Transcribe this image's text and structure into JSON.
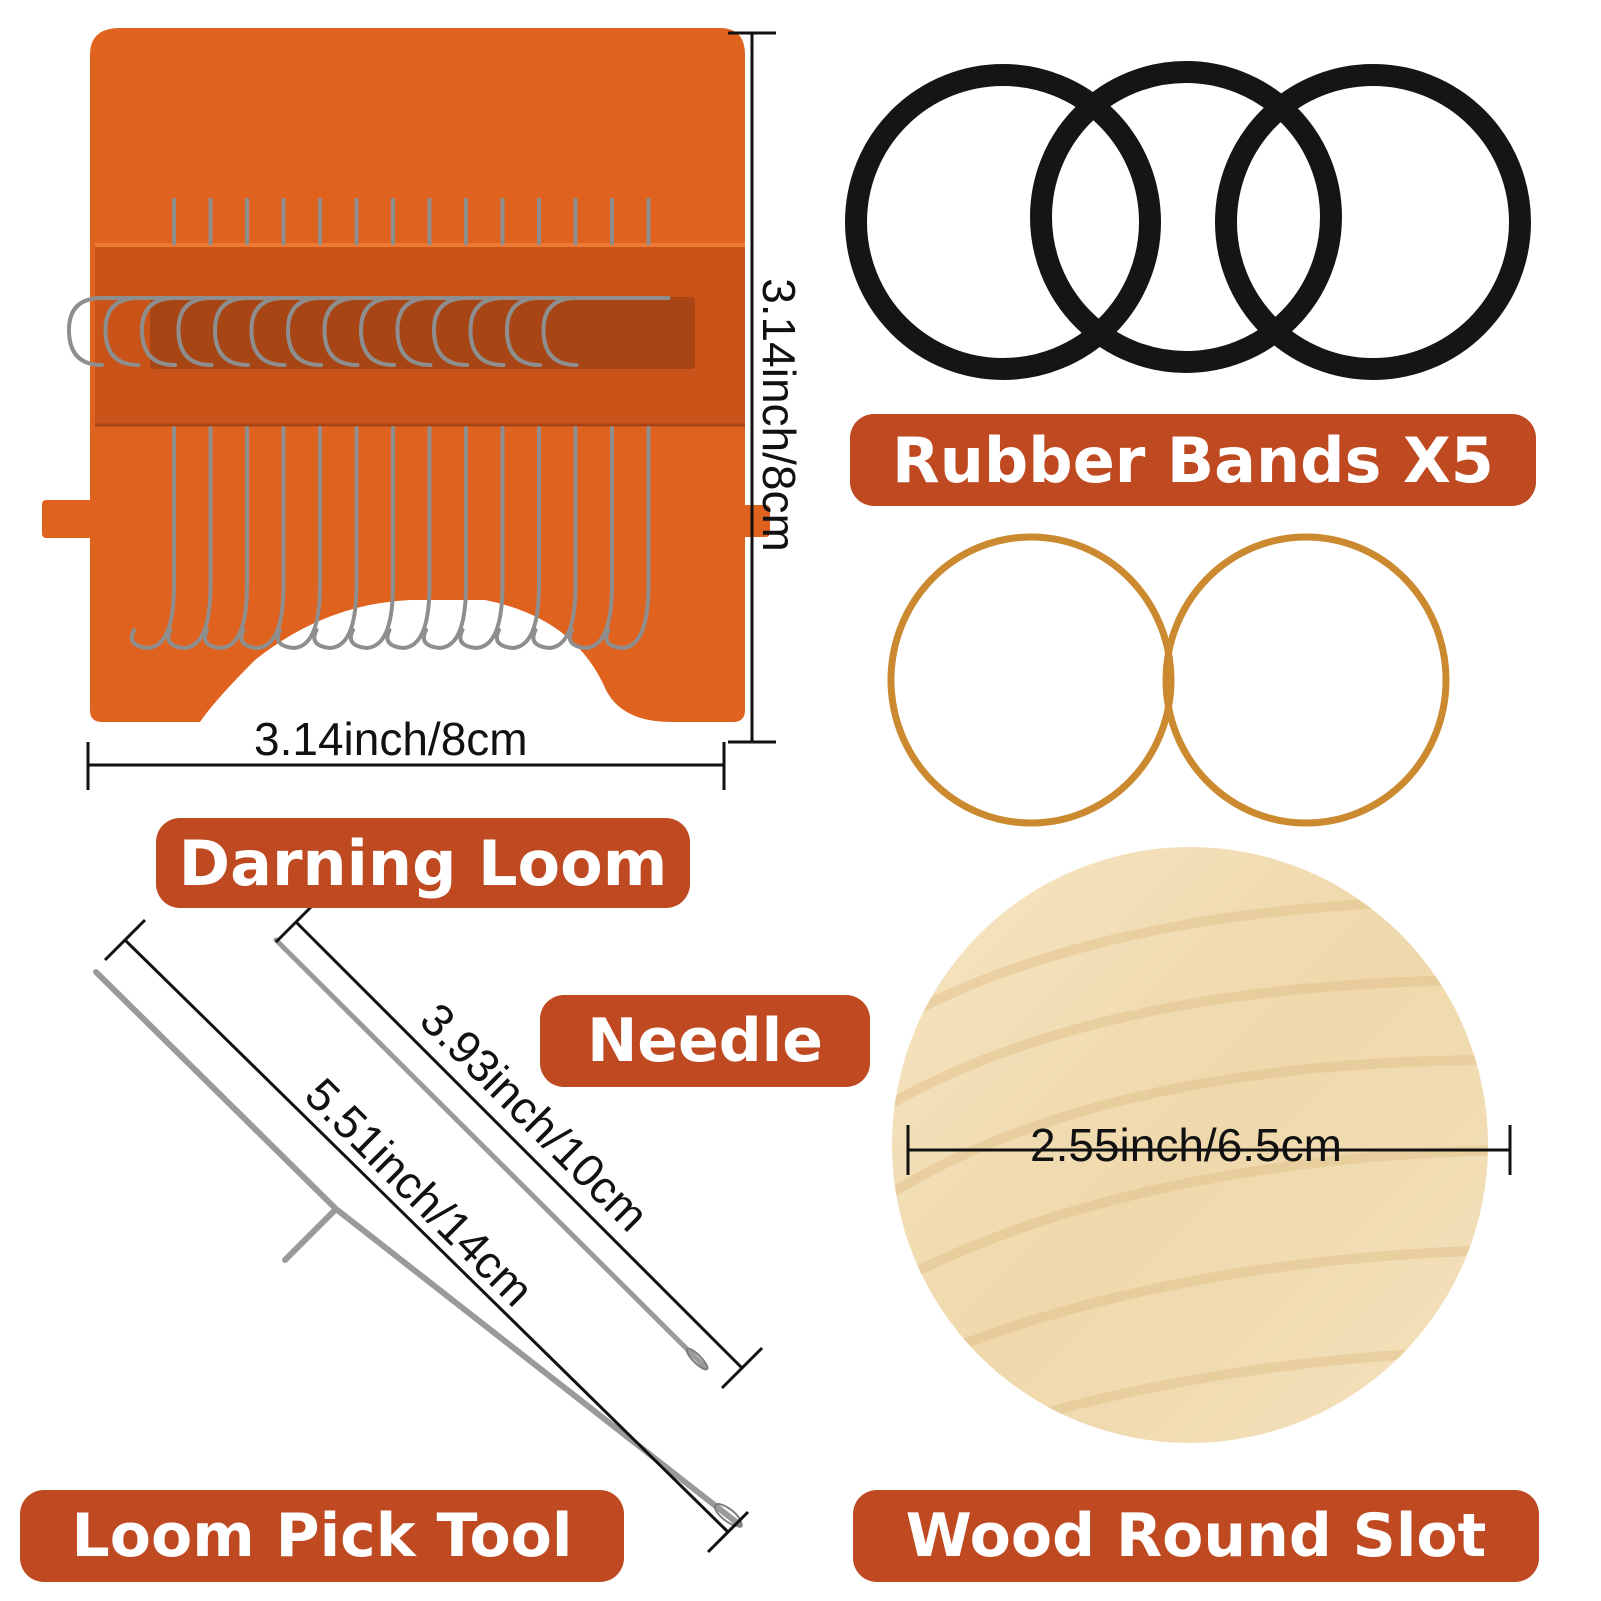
{
  "colors": {
    "accent": "#bf4a22",
    "loom": "#e0621f",
    "hook": "#8e8e8e",
    "black_band": "#151515",
    "rubber_band": "#cc8a30",
    "wood": "#f1ddb4"
  },
  "labels": {
    "darning_loom": "Darning Loom",
    "rubber_bands": "Rubber Bands X5",
    "needle": "Needle",
    "loom_pick_tool": "Loom Pick Tool",
    "wood_round_slot": "Wood Round Slot"
  },
  "dimensions": {
    "loom_width": "3.14inch/8cm",
    "loom_height": "3.14inch/8cm",
    "needle_length": "3.93inch/10cm",
    "pick_length": "5.51inch/14cm",
    "wood_diameter": "2.55inch/6.5cm"
  }
}
